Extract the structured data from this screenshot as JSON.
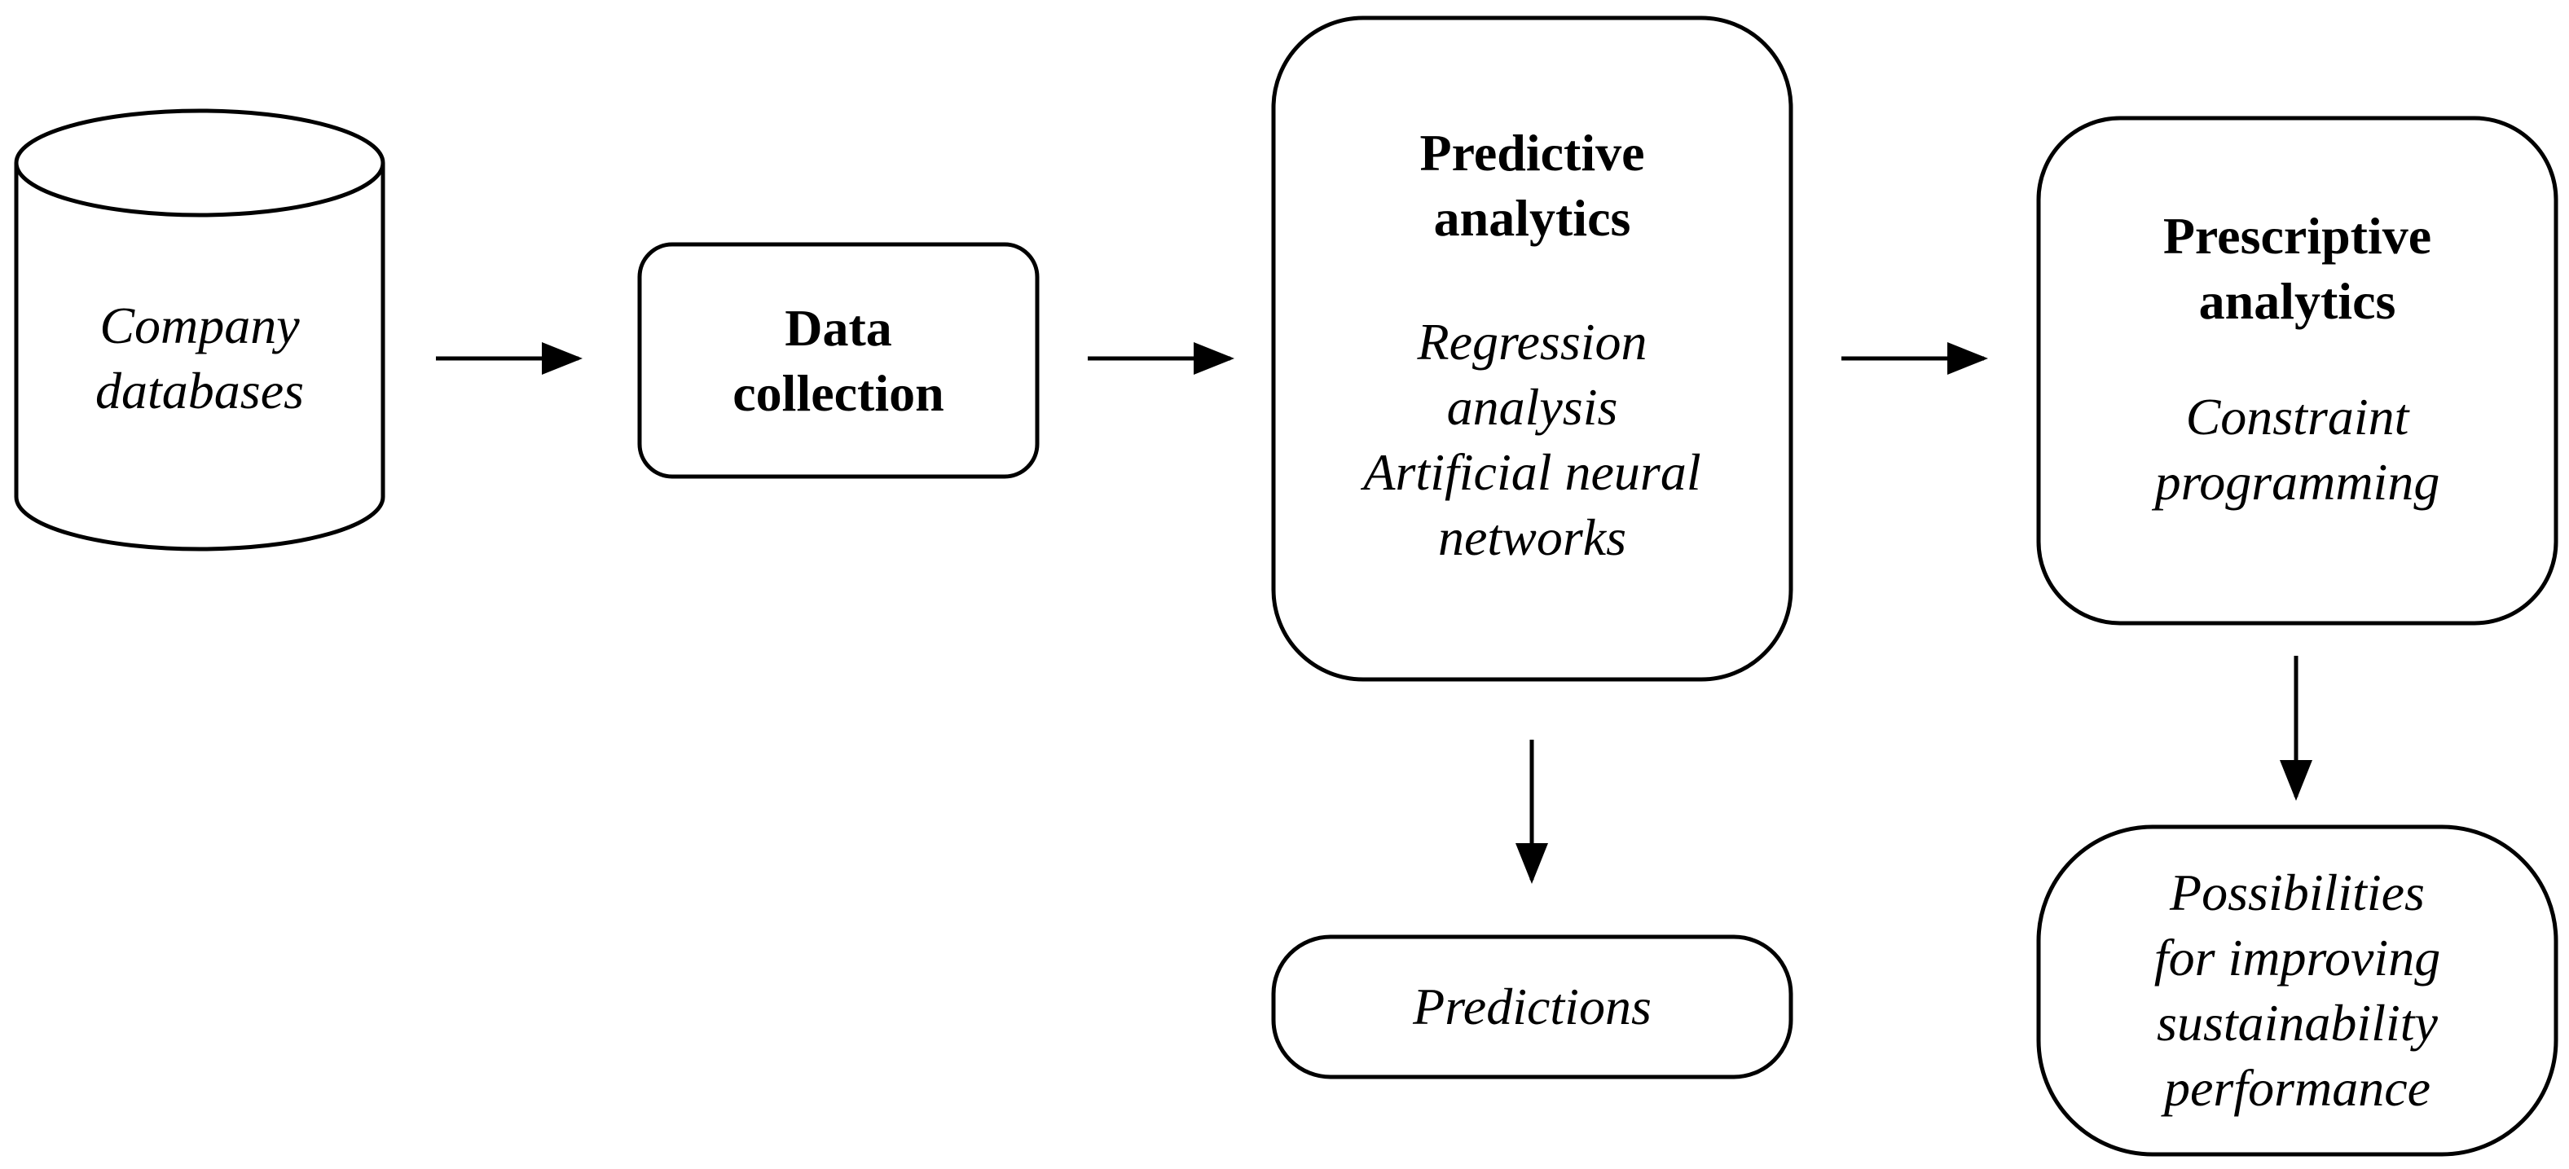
{
  "diagram": {
    "database": {
      "label_line1": "Company",
      "label_line2": "databases"
    },
    "data_collection": {
      "title_line1": "Data",
      "title_line2": "collection"
    },
    "predictive": {
      "title_line1": "Predictive",
      "title_line2": "analytics",
      "method_line1": "Regression",
      "method_line2": "analysis",
      "method_line3": "Artificial neural",
      "method_line4": "networks"
    },
    "prescriptive": {
      "title_line1": "Prescriptive",
      "title_line2": "analytics",
      "method_line1": "Constraint",
      "method_line2": "programming"
    },
    "predictions": {
      "label": "Predictions"
    },
    "possibilities": {
      "line1": "Possibilities",
      "line2": "for improving",
      "line3": "sustainability",
      "line4": "performance"
    },
    "colors": {
      "stroke": "#000000",
      "fill": "#ffffff",
      "text": "#000000"
    }
  }
}
